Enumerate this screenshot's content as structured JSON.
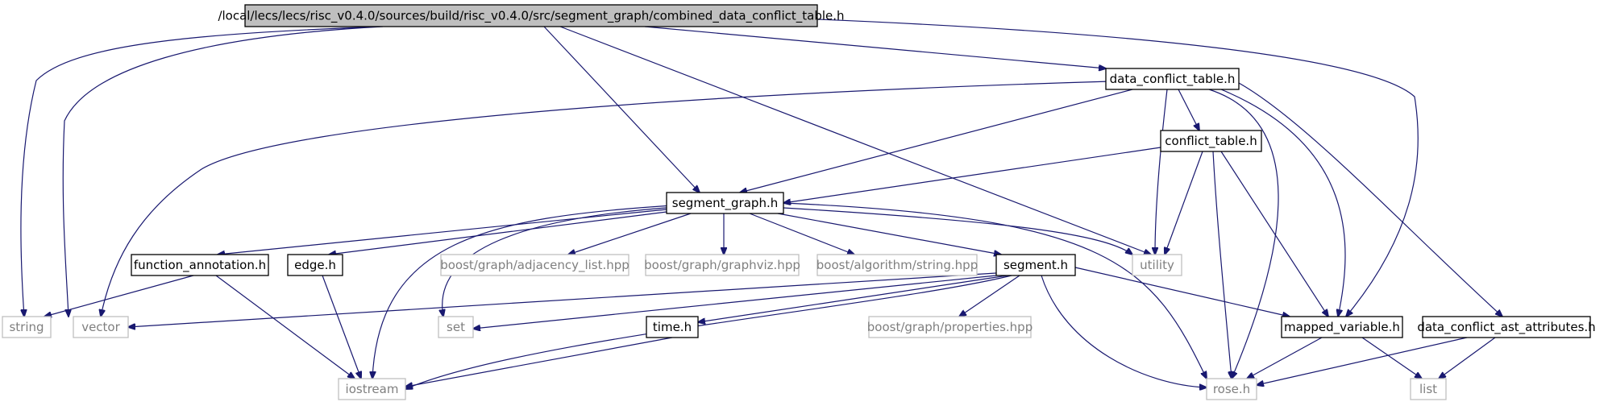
{
  "diagram": {
    "colors": {
      "edge": "#191970",
      "root_fill": "#bfbfbf",
      "node_fill": "#ffffff",
      "node_border": "#000000",
      "external_border": "#bfbfbf",
      "external_text": "#7f7f7f"
    },
    "nodes": [
      {
        "id": "root",
        "label": "/local/lecs/lecs/risc_v0.4.0/sources/build/risc_v0.4.0/src/segment_graph/combined_data_conflict_table.h",
        "kind": "root"
      },
      {
        "id": "data_conflict_table_h",
        "label": "data_conflict_table.h",
        "kind": "local"
      },
      {
        "id": "conflict_table_h",
        "label": "conflict_table.h",
        "kind": "local"
      },
      {
        "id": "segment_graph_h",
        "label": "segment_graph.h",
        "kind": "local"
      },
      {
        "id": "function_annotation_h",
        "label": "function_annotation.h",
        "kind": "local"
      },
      {
        "id": "edge_h",
        "label": "edge.h",
        "kind": "local"
      },
      {
        "id": "segment_h",
        "label": "segment.h",
        "kind": "local"
      },
      {
        "id": "time_h",
        "label": "time.h",
        "kind": "local"
      },
      {
        "id": "mapped_variable_h",
        "label": "mapped_variable.h",
        "kind": "local"
      },
      {
        "id": "data_conflict_ast_attributes_h",
        "label": "data_conflict_ast_attributes.h",
        "kind": "local"
      },
      {
        "id": "adjacency_list",
        "label": "boost/graph/adjacency_list.hpp",
        "kind": "external"
      },
      {
        "id": "graphviz",
        "label": "boost/graph/graphviz.hpp",
        "kind": "external"
      },
      {
        "id": "algorithm_string",
        "label": "boost/algorithm/string.hpp",
        "kind": "external"
      },
      {
        "id": "utility",
        "label": "utility",
        "kind": "external"
      },
      {
        "id": "string",
        "label": "string",
        "kind": "external"
      },
      {
        "id": "vector",
        "label": "vector",
        "kind": "external"
      },
      {
        "id": "set",
        "label": "set",
        "kind": "external"
      },
      {
        "id": "properties",
        "label": "boost/graph/properties.hpp",
        "kind": "external"
      },
      {
        "id": "iostream",
        "label": "iostream",
        "kind": "external"
      },
      {
        "id": "rose_h",
        "label": "rose.h",
        "kind": "external"
      },
      {
        "id": "list",
        "label": "list",
        "kind": "external"
      }
    ],
    "edges": [
      {
        "from": "root",
        "to": "string"
      },
      {
        "from": "root",
        "to": "vector"
      },
      {
        "from": "root",
        "to": "segment_graph_h"
      },
      {
        "from": "root",
        "to": "utility"
      },
      {
        "from": "root",
        "to": "data_conflict_table_h"
      },
      {
        "from": "root",
        "to": "mapped_variable_h"
      },
      {
        "from": "data_conflict_table_h",
        "to": "vector"
      },
      {
        "from": "data_conflict_table_h",
        "to": "segment_graph_h"
      },
      {
        "from": "data_conflict_table_h",
        "to": "utility"
      },
      {
        "from": "data_conflict_table_h",
        "to": "conflict_table_h"
      },
      {
        "from": "data_conflict_table_h",
        "to": "rose_h"
      },
      {
        "from": "data_conflict_table_h",
        "to": "mapped_variable_h"
      },
      {
        "from": "data_conflict_table_h",
        "to": "data_conflict_ast_attributes_h"
      },
      {
        "from": "conflict_table_h",
        "to": "segment_graph_h"
      },
      {
        "from": "conflict_table_h",
        "to": "utility"
      },
      {
        "from": "conflict_table_h",
        "to": "rose_h"
      },
      {
        "from": "conflict_table_h",
        "to": "mapped_variable_h"
      },
      {
        "from": "segment_graph_h",
        "to": "function_annotation_h"
      },
      {
        "from": "segment_graph_h",
        "to": "edge_h"
      },
      {
        "from": "segment_graph_h",
        "to": "iostream"
      },
      {
        "from": "segment_graph_h",
        "to": "set"
      },
      {
        "from": "segment_graph_h",
        "to": "adjacency_list"
      },
      {
        "from": "segment_graph_h",
        "to": "graphviz"
      },
      {
        "from": "segment_graph_h",
        "to": "algorithm_string"
      },
      {
        "from": "segment_graph_h",
        "to": "segment_h"
      },
      {
        "from": "segment_graph_h",
        "to": "utility"
      },
      {
        "from": "segment_graph_h",
        "to": "rose_h"
      },
      {
        "from": "function_annotation_h",
        "to": "string"
      },
      {
        "from": "function_annotation_h",
        "to": "iostream"
      },
      {
        "from": "edge_h",
        "to": "iostream"
      },
      {
        "from": "segment_h",
        "to": "vector"
      },
      {
        "from": "segment_h",
        "to": "set"
      },
      {
        "from": "segment_h",
        "to": "time_h"
      },
      {
        "from": "segment_h",
        "to": "iostream"
      },
      {
        "from": "segment_h",
        "to": "properties"
      },
      {
        "from": "segment_h",
        "to": "rose_h"
      },
      {
        "from": "segment_h",
        "to": "mapped_variable_h"
      },
      {
        "from": "time_h",
        "to": "iostream"
      },
      {
        "from": "mapped_variable_h",
        "to": "rose_h"
      },
      {
        "from": "mapped_variable_h",
        "to": "list"
      },
      {
        "from": "data_conflict_ast_attributes_h",
        "to": "rose_h"
      },
      {
        "from": "data_conflict_ast_attributes_h",
        "to": "list"
      }
    ]
  }
}
